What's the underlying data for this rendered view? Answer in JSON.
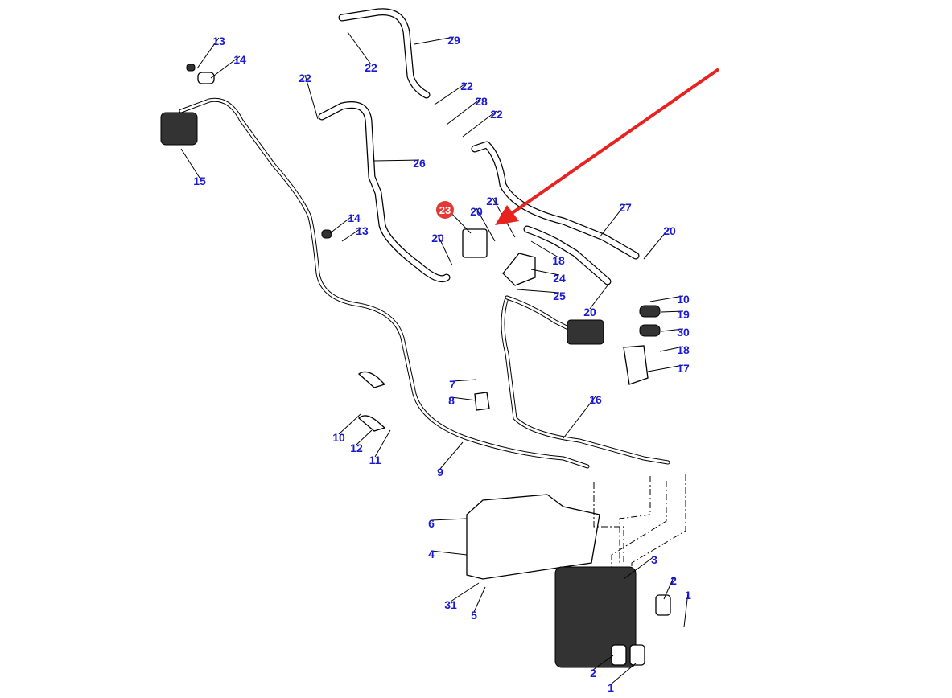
{
  "diagram": {
    "callouts": [
      "13",
      "14",
      "22",
      "29",
      "22",
      "22",
      "28",
      "22",
      "15",
      "26",
      "23",
      "21",
      "20",
      "27",
      "20",
      "14",
      "13",
      "20",
      "18",
      "24",
      "25",
      "20",
      "10",
      "19",
      "30",
      "18",
      "17",
      "16",
      "7",
      "8",
      "10",
      "12",
      "11",
      "9",
      "6",
      "4",
      "3",
      "31",
      "5",
      "2",
      "1",
      "2",
      "1"
    ],
    "highlighted_callout": "23",
    "colors": {
      "callout_text": "#1a1ad6",
      "highlight_badge": "#e53935",
      "arrow": "#e8231f"
    }
  }
}
